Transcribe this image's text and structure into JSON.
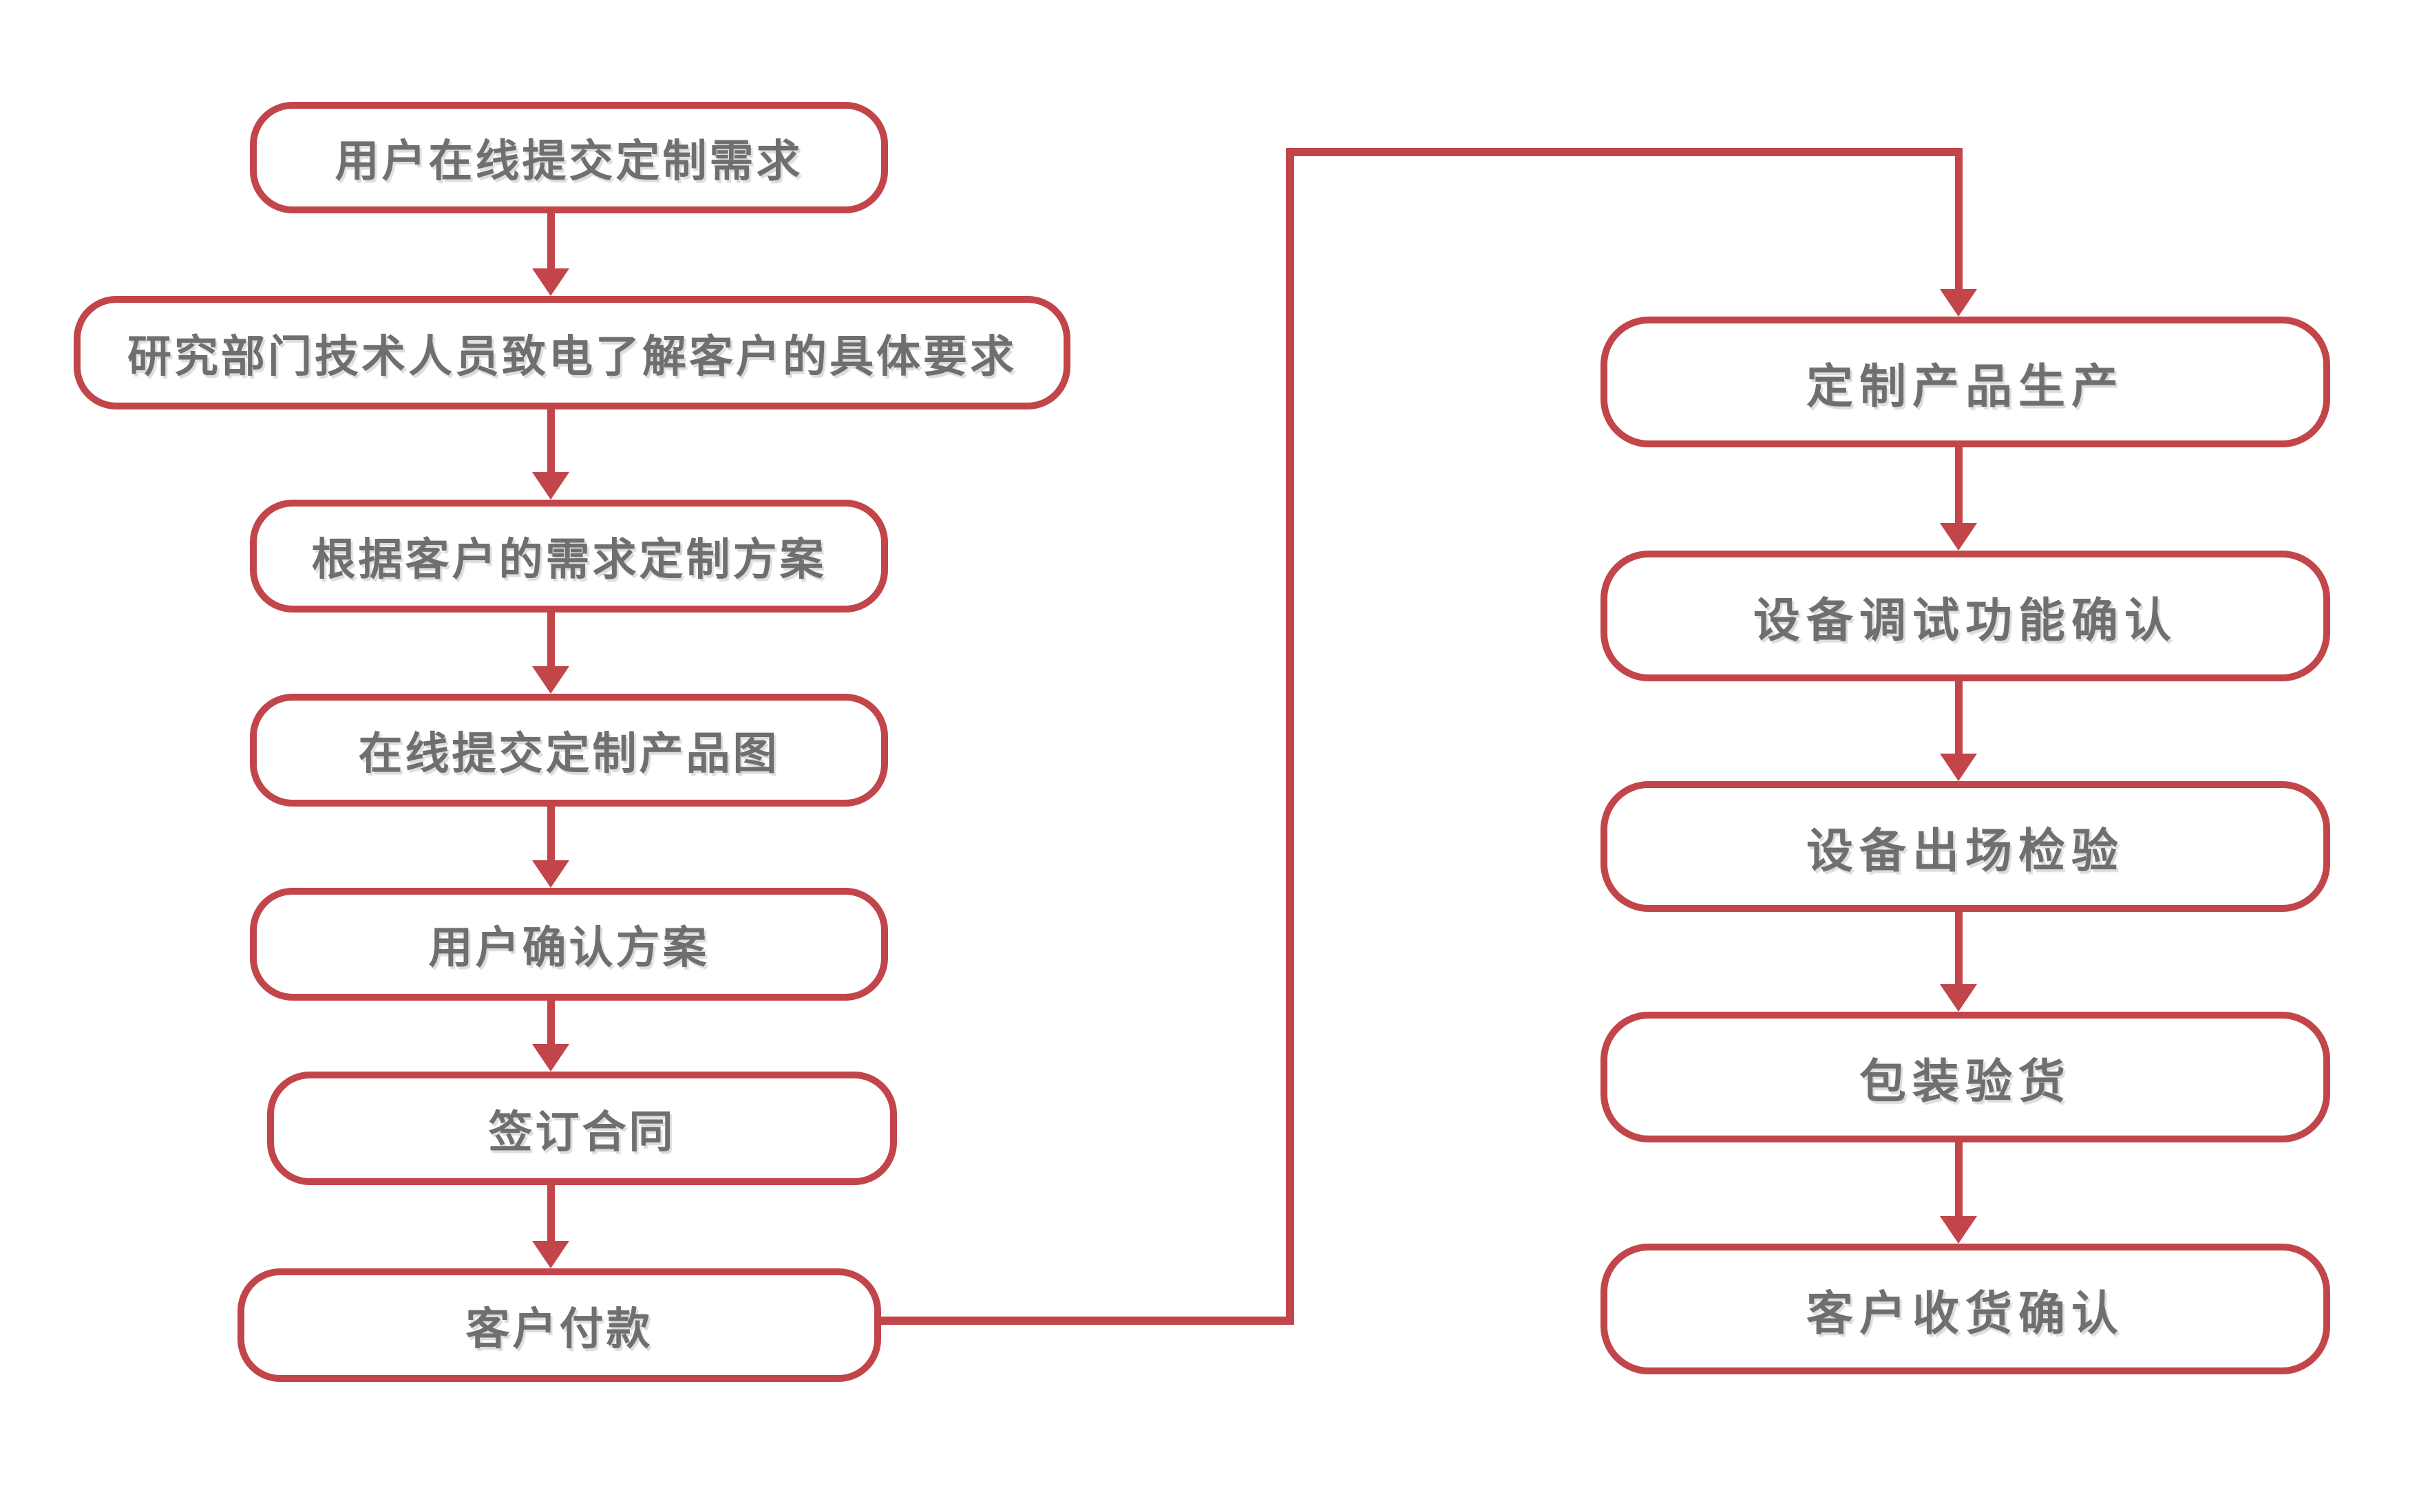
{
  "diagram": {
    "type": "flowchart",
    "title": "",
    "background_color": "#ffffff",
    "accent_color": "#c2454a",
    "text_color": "#6f6f6f",
    "nodes": [
      {
        "id": "submit-request",
        "label": "用户在线提交定制需求",
        "column": "left",
        "order": 1
      },
      {
        "id": "tech-call",
        "label": "研究部门技术人员致电了解客户的具体要求",
        "column": "left",
        "order": 2
      },
      {
        "id": "custom-plan",
        "label": "根据客户的需求定制方案",
        "column": "left",
        "order": 3
      },
      {
        "id": "submit-drawing",
        "label": "在线提交定制产品图",
        "column": "left",
        "order": 4
      },
      {
        "id": "confirm-plan",
        "label": "用户确认方案",
        "column": "left",
        "order": 5
      },
      {
        "id": "sign-contract",
        "label": "签订合同",
        "column": "left",
        "order": 6
      },
      {
        "id": "payment",
        "label": "客户付款",
        "column": "left",
        "order": 7
      },
      {
        "id": "production",
        "label": "定制产品生产",
        "column": "right",
        "order": 8
      },
      {
        "id": "debug-confirm",
        "label": "设备调试功能确认",
        "column": "right",
        "order": 9
      },
      {
        "id": "factory-inspection",
        "label": "设备出场检验",
        "column": "right",
        "order": 10
      },
      {
        "id": "packaging-inspection",
        "label": "包装验货",
        "column": "right",
        "order": 11
      },
      {
        "id": "receipt-confirm",
        "label": "客户收货确认",
        "column": "right",
        "order": 12
      }
    ],
    "edges": [
      {
        "from": "submit-request",
        "to": "tech-call",
        "style": "arrow-down"
      },
      {
        "from": "tech-call",
        "to": "custom-plan",
        "style": "arrow-down"
      },
      {
        "from": "custom-plan",
        "to": "submit-drawing",
        "style": "arrow-down"
      },
      {
        "from": "submit-drawing",
        "to": "confirm-plan",
        "style": "arrow-down"
      },
      {
        "from": "confirm-plan",
        "to": "sign-contract",
        "style": "arrow-down"
      },
      {
        "from": "sign-contract",
        "to": "payment",
        "style": "arrow-down"
      },
      {
        "from": "payment",
        "to": "production",
        "style": "right-up-right-down-arrow"
      },
      {
        "from": "production",
        "to": "debug-confirm",
        "style": "arrow-down"
      },
      {
        "from": "debug-confirm",
        "to": "factory-inspection",
        "style": "arrow-down"
      },
      {
        "from": "factory-inspection",
        "to": "packaging-inspection",
        "style": "arrow-down"
      },
      {
        "from": "packaging-inspection",
        "to": "receipt-confirm",
        "style": "arrow-down"
      }
    ]
  }
}
